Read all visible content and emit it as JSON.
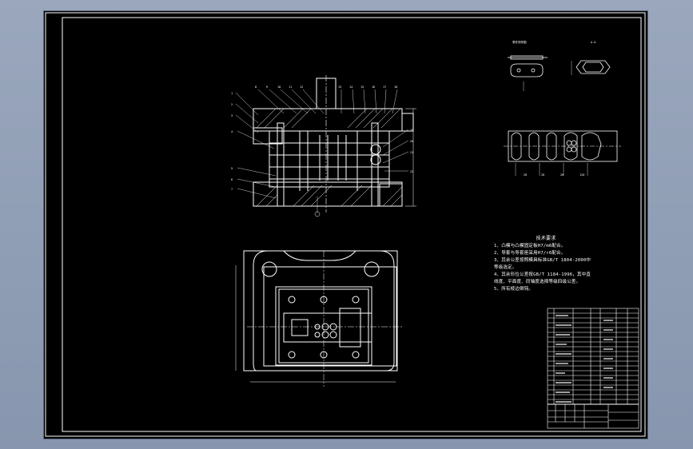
{
  "sheet": {
    "background": "#000000",
    "line_color": "#ffffff"
  },
  "notes": {
    "title": "技术要求",
    "lines": [
      "1、凸模与凸模固定板H7/m6配合。",
      "2、导套与导套座采用H7/r6配合。",
      "3、其余公差按照模具标准GB/T 1804-2000中",
      "   等级选定。",
      "4、其余形位公差按GB/T 1184-1996，其中直",
      "   线度、平面度、同轴度选择等级四级公差。",
      "5、所有棱边倒钝。"
    ]
  },
  "section_label": "A-A"
}
